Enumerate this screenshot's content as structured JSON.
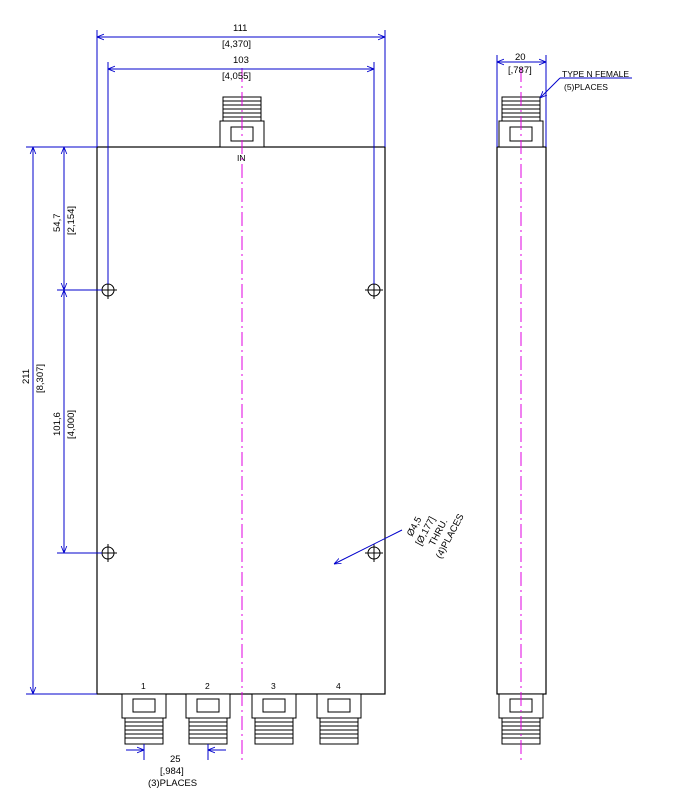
{
  "dimensions": {
    "overall_width": {
      "mm": "111",
      "in": "[4,370]"
    },
    "hole_spacing_width": {
      "mm": "103",
      "in": "[4,055]"
    },
    "overall_height": {
      "mm": "211",
      "in": "[8,307]"
    },
    "top_to_hole": {
      "mm": "54,7",
      "in": "[2,154]"
    },
    "hole_spacing_height": {
      "mm": "101,6",
      "in": "[4,000]"
    },
    "port_spacing": {
      "mm": "25",
      "in": "[,984]",
      "note": "(3)PLACES"
    },
    "thickness": {
      "mm": "20",
      "in": "[,787]"
    }
  },
  "hole_callout": [
    "Ø4,5",
    "[Ø,177]",
    "THRU.",
    "(4)PLACES"
  ],
  "connector_callout": [
    "TYPE N FEMALE",
    "(5)PLACES"
  ],
  "ports": {
    "input": "IN",
    "outputs": [
      "1",
      "2",
      "3",
      "4"
    ]
  },
  "colors": {
    "line": "#000000",
    "dimension": "#0000cc",
    "centerline": "#e000e0"
  }
}
